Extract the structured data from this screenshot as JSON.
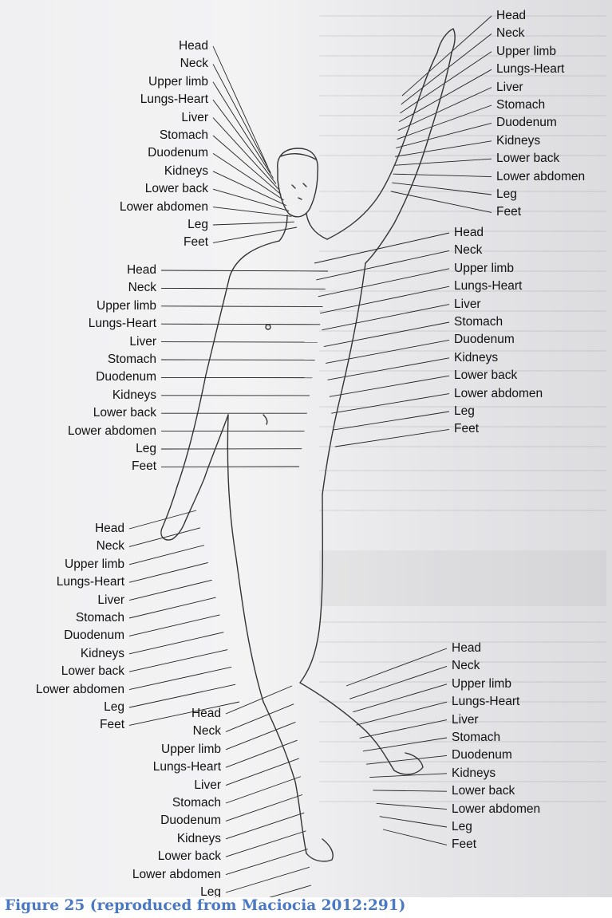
{
  "labels": [
    "Head",
    "Neck",
    "Upper limb",
    "Lungs-Heart",
    "Liver",
    "Stomach",
    "Duodenum",
    "Kidneys",
    "Lower back",
    "Lower abdomen",
    "Leg",
    "Feet"
  ],
  "caption": "Figure 25 (reproduced from Maciocia 2012:291)",
  "colors": {
    "caption": "#4a78c4",
    "lines": "#222222",
    "page": "#f2f2f3"
  }
}
